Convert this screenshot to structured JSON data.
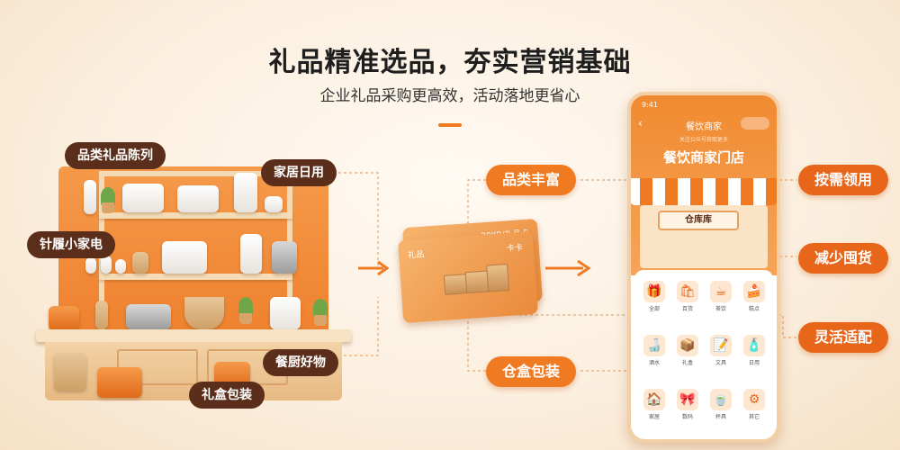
{
  "title": "礼品精准选品，夯实营销基础",
  "subtitle": "企业礼品采购更高效，活动落地更省心",
  "left_tags": [
    "品类礼品陈列",
    "家居日用",
    "针履小家电",
    "餐厨好物",
    "礼盒包装"
  ],
  "center_pills": [
    "品类丰富",
    "仓盒包装"
  ],
  "right_pills": [
    "按需领用",
    "减少囤货",
    "灵活适配"
  ],
  "card": {
    "front_label": "卡卡",
    "back_label": "20KB/礼品卡",
    "small_label": "礼品"
  },
  "phone": {
    "status_time": "9:41",
    "nav_title": "餐饮商家",
    "small_text": "关注公众号获取更多",
    "store_name": "餐饮商家门店",
    "sign_text": "仓库库",
    "icons": [
      {
        "label": "全部",
        "icon": "🎁"
      },
      {
        "label": "百货",
        "icon": "🛍"
      },
      {
        "label": "茶饮",
        "icon": "☕"
      },
      {
        "label": "糕点",
        "icon": "🍰"
      },
      {
        "label": "酒水",
        "icon": "🍶"
      },
      {
        "label": "礼盒",
        "icon": "📦"
      },
      {
        "label": "文具",
        "icon": "📝"
      },
      {
        "label": "日用",
        "icon": "🧴"
      },
      {
        "label": "家居",
        "icon": "🏠"
      },
      {
        "label": "数码",
        "icon": "🎀"
      },
      {
        "label": "杯具",
        "icon": "🍵"
      },
      {
        "label": "其它",
        "icon": "⚙"
      }
    ]
  },
  "colors": {
    "accent": "#f07a22",
    "tag_dark": "#5a2e1a",
    "background": "#fbeedd"
  }
}
